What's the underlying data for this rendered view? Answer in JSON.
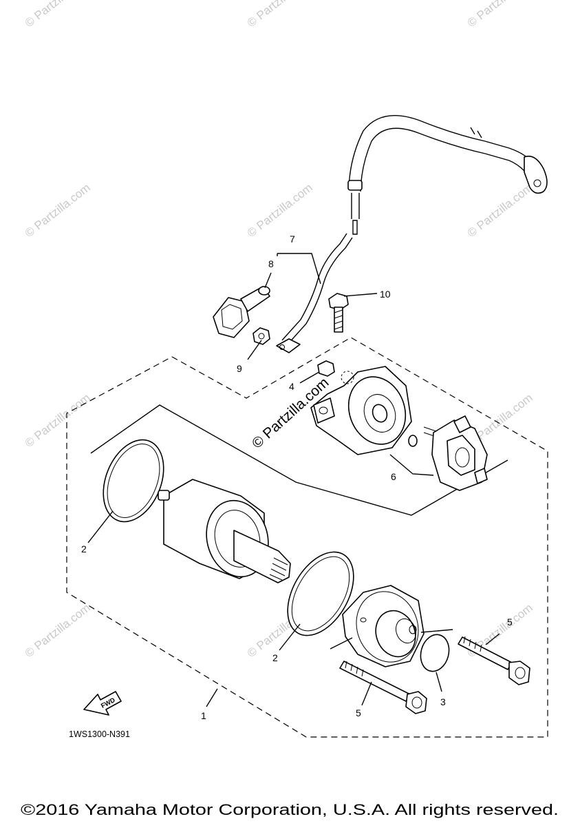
{
  "diagram": {
    "callouts": {
      "c1": "1",
      "c2a": "2",
      "c2b": "2",
      "c3": "3",
      "c4": "4",
      "c5a": "5",
      "c5b": "5",
      "c6": "6",
      "c7": "7",
      "c8": "8",
      "c9": "9",
      "c10": "10"
    },
    "fwd_label": "FWD",
    "diagram_code": "1WS1300-N391",
    "watermark": "© Partzilla.com",
    "center_watermark": "© Partzilla.com",
    "copyright": "©2016 Yamaha Motor Corporation, U.S.A. All rights reserved."
  }
}
